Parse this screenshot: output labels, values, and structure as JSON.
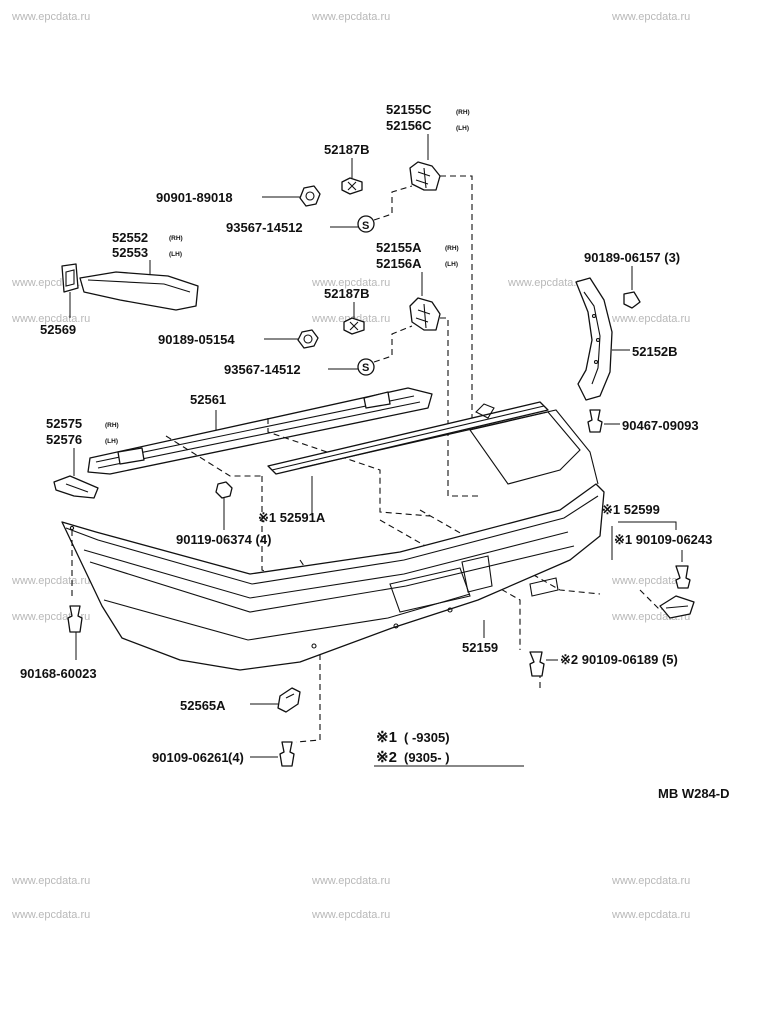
{
  "watermark": "www.epcdata.ru",
  "diagram_code": "MB W284-D",
  "labels": {
    "p52155c": "52155C",
    "p52155c_side": "(RH)",
    "p52156c": "52156C",
    "p52156c_side": "(LH)",
    "p52187b_top": "52187B",
    "p90901": "90901-89018",
    "p93567_top": "93567-14512",
    "p52552": "52552",
    "p52552_side": "(RH)",
    "p52553": "52553",
    "p52553_side": "(LH)",
    "p52569": "52569",
    "p52155a": "52155A",
    "p52155a_side": "(RH)",
    "p52156a": "52156A",
    "p52156a_side": "(LH)",
    "p52187b_mid": "52187B",
    "p90189_05154": "90189-05154",
    "p93567_mid": "93567-14512",
    "p90189_06157": "90189-06157 (3)",
    "p52152b": "52152B",
    "p90467": "90467-09093",
    "p52561": "52561",
    "p52575": "52575",
    "p52575_side": "(RH)",
    "p52576": "52576",
    "p52576_side": "(LH)",
    "p90119": "90119-06374 (4)",
    "p152591a": "※1 52591A",
    "p152599": "※1 52599",
    "p90109_06243": "※1 90109-06243",
    "p90168": "90168-60023",
    "p52159": "52159",
    "p90109_06189": "※2 90109-06189 (5)",
    "p52565a": "52565A",
    "p90109_06261": "90109-06261",
    "p90109_06261_qty": "(4)"
  },
  "legend": {
    "row1_mark": "※1",
    "row1_text": "(        -9305)",
    "row2_mark": "※2",
    "row2_text": "(9305-        )"
  },
  "icons": {
    "s_mark": "S"
  }
}
